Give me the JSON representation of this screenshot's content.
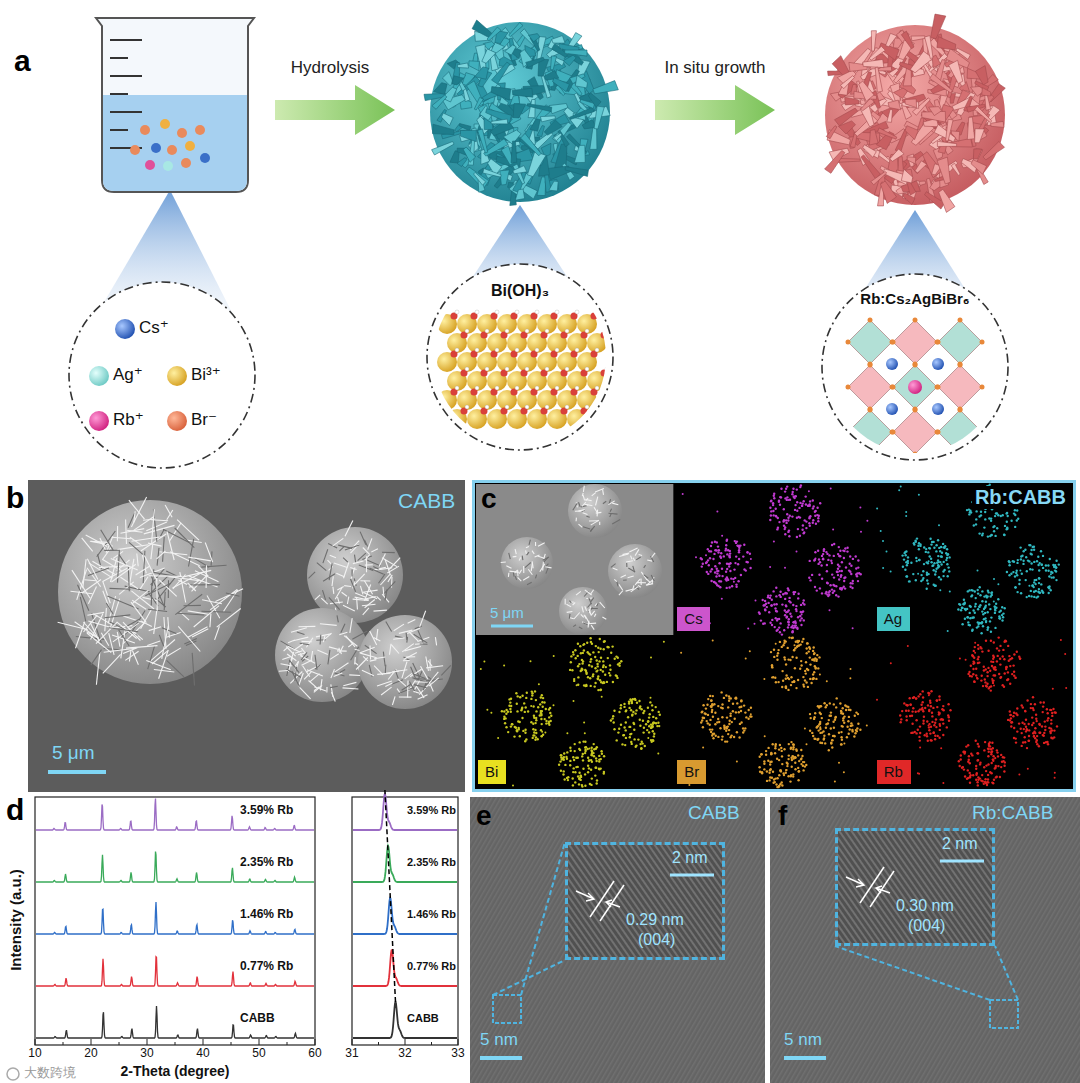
{
  "diagram": {
    "nodes": [
      {
        "text": [
          "Cs⁺",
          "Ag⁺",
          "Bi³⁺",
          "Rb⁺",
          "Br⁻"
        ]
      },
      {
        "text": [
          "Bi(OH)₃"
        ]
      },
      {
        "text": [
          "Rb:Cs₂AgBiBr₆"
        ]
      },
      {
        "text": [
          "Rb:CABB"
        ]
      },
      {
        "text": [
          "Cs"
        ],
        "in": 3
      },
      {
        "text": [
          "Ag"
        ],
        "in": 3
      },
      {
        "text": [
          "Bi"
        ],
        "in": 3
      },
      {
        "text": [
          "Br"
        ],
        "in": 3
      },
      {
        "text": [
          "Rb"
        ],
        "in": 3
      },
      {
        "text": [
          "2 nm",
          "0.29 nm",
          "(004)"
        ]
      },
      {
        "text": [
          "2 nm",
          "0.30 nm",
          "(004)"
        ]
      }
    ],
    "labels": [
      "a",
      "Hydrolysis",
      "In situ growth",
      "b",
      "CABB",
      "5 μm",
      "c",
      "5 μm",
      "d",
      "Intensity (a.u.)",
      "3.59% Rb",
      "2.35% Rb",
      "1.46% Rb",
      "0.77% Rb",
      "CABB",
      "10",
      "20",
      "30",
      "40",
      "50",
      "60",
      "2-Theta (degree)",
      "3.59% Rb",
      "2.35% Rb",
      "1.46% Rb",
      "0.77% Rb",
      "CABB",
      "31",
      "32",
      "33",
      "e",
      "CABB",
      "5 nm",
      "f",
      "Rb:CABB",
      "5 nm",
      "大数跨境"
    ]
  }
}
